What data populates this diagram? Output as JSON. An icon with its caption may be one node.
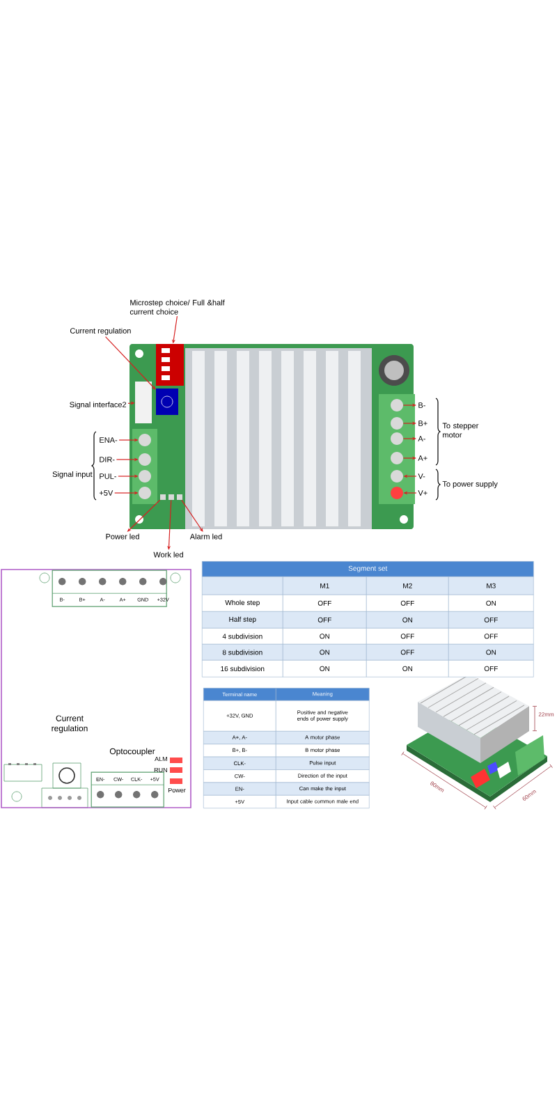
{
  "diagram": {
    "nodes": [
      {
        "text": [
          "Microstep choice/ Full &half current choice"
        ]
      },
      {
        "text": [
          "Current regulation"
        ]
      },
      {
        "text": [
          "Signal interface2"
        ]
      },
      {
        "text": [
          "ENA-"
        ]
      },
      {
        "text": [
          "DIR-"
        ]
      },
      {
        "text": [
          "PUL-"
        ]
      },
      {
        "text": [
          "+5V"
        ]
      },
      {
        "text": [
          "B-"
        ]
      },
      {
        "text": [
          "B+"
        ]
      },
      {
        "text": [
          "A-"
        ]
      },
      {
        "text": [
          "A+"
        ]
      },
      {
        "text": [
          "V-"
        ]
      },
      {
        "text": [
          "V+"
        ]
      },
      {
        "text": [
          "Power led"
        ]
      },
      {
        "text": [
          "Work led"
        ]
      },
      {
        "text": [
          "Alarm led"
        ]
      },
      {
        "text": [
          "Current regulation",
          "Optocoupler"
        ]
      },
      {
        "text": [
          "B-",
          "B+",
          "A-",
          "A+",
          "GND",
          "+32V"
        ],
        "in": 16
      },
      {
        "text": [
          "EN-",
          "CW-",
          "CLK-",
          "+5V"
        ],
        "in": 16
      },
      {
        "text": [],
        "shape": "box"
      },
      {
        "text": [],
        "shape": "box"
      },
      {
        "text": [],
        "shape": "box"
      },
      {
        "text": [],
        "shape": "circle"
      },
      {
        "text": [],
        "shape": "circle"
      },
      {
        "text": [],
        "shape": "circle"
      },
      {
        "text": [],
        "shape": "circle"
      },
      {
        "text": [],
        "shape": "circle"
      },
      {
        "text": [],
        "shape": "circle"
      },
      {
        "text": [],
        "shape": "circle"
      },
      {
        "text": [],
        "shape": "circle"
      },
      {
        "text": [],
        "shape": "circle"
      },
      {
        "text": [],
        "shape": "circle"
      },
      {
        "text": [],
        "shape": "box"
      },
      {
        "text": [],
        "shape": "box"
      },
      {
        "text": [],
        "shape": "box"
      }
    ],
    "edges": [
      {
        "from": 0,
        "to": 19,
        "arrow": "to"
      },
      {
        "from": 1,
        "to": 20,
        "arrow": "to"
      },
      {
        "from": 2,
        "to": 21,
        "arrow": "to"
      },
      {
        "from": 3,
        "to": 22,
        "arrow": "to"
      },
      {
        "from": 4,
        "to": 23,
        "arrow": "to"
      },
      {
        "from": 5,
        "to": 24,
        "arrow": "to"
      },
      {
        "from": 6,
        "to": 25,
        "arrow": "to"
      },
      {
        "from": 26,
        "to": 7,
        "arrow": "to"
      },
      {
        "from": 27,
        "to": 8,
        "arrow": "to"
      },
      {
        "from": 28,
        "to": 9,
        "arrow": "to"
      },
      {
        "from": 29,
        "to": 10,
        "arrow": "to"
      },
      {
        "from": 11,
        "to": 30,
        "arrow": "to"
      },
      {
        "from": 12,
        "to": 31,
        "arrow": "to"
      },
      {
        "from": 32,
        "to": 13,
        "arrow": "to"
      },
      {
        "from": 33,
        "to": 14,
        "arrow": "to"
      },
      {
        "from": 34,
        "to": 15,
        "arrow": "to"
      }
    ],
    "labels": [
      "Signal input",
      "To stepper motor",
      "To power supply",
      "ALM",
      "RUN",
      "Power",
      "Segment set",
      "M1",
      "M2",
      "M3",
      "Whole step",
      "OFF",
      "OFF",
      "ON",
      "Half step",
      "OFF",
      "ON",
      "OFF",
      "4 subdivision",
      "ON",
      "OFF",
      "OFF",
      "8 subdivision",
      "ON",
      "OFF",
      "ON",
      "16 subdivision",
      "ON",
      "ON",
      "OFF",
      "Terminal name",
      "Meaning",
      "+32V, GND",
      "Positive and negative ends of power supply",
      "A+, A-",
      "A motor phase",
      "B+, B-",
      "B motor phase",
      "CLK-",
      "Pulse input",
      "CW-",
      "Direction of the input",
      "EN-",
      "Can make the input",
      "+5V",
      "Input cable common male end",
      "22mm",
      "80mm",
      "60mm"
    ]
  }
}
